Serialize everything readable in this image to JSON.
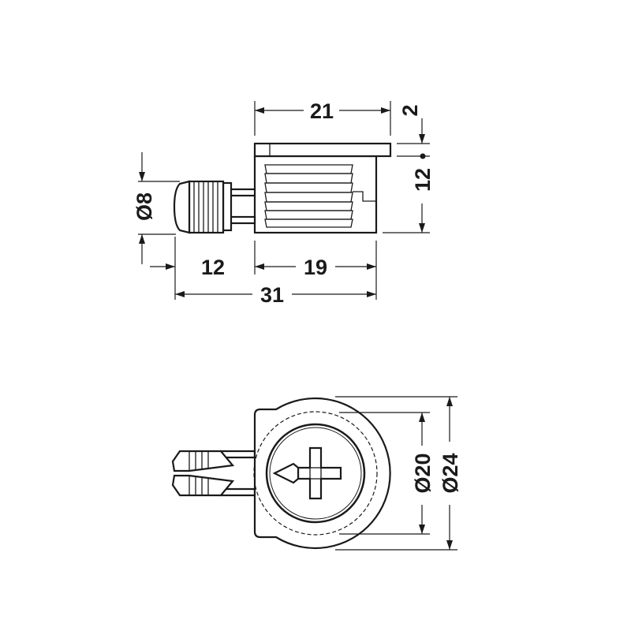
{
  "drawing": {
    "side_view": {
      "dims": {
        "width_top": "21",
        "plate_thickness": "2",
        "height": "12",
        "dowel_diameter": "Ø8",
        "dowel_length": "12",
        "body_length": "19",
        "total_length": "31"
      }
    },
    "top_view": {
      "dims": {
        "inner_diameter": "Ø20",
        "outer_diameter": "Ø24"
      }
    },
    "colors": {
      "line": "#1a1a1a",
      "background": "#ffffff"
    }
  }
}
